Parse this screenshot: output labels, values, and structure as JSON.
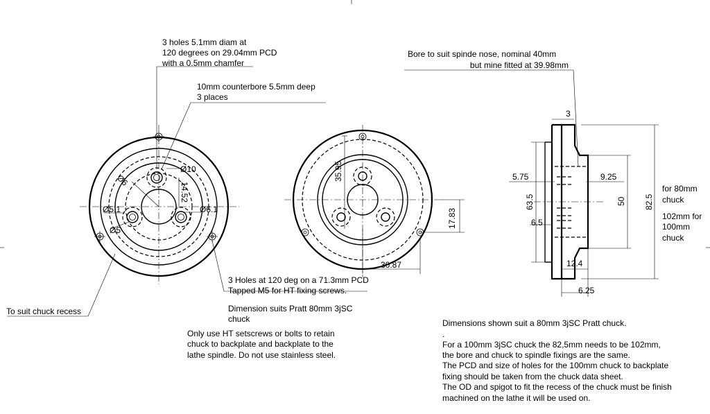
{
  "notes": {
    "holes_line1": "3 holes 5.1mm diam at",
    "holes_line2": "120 degrees on 29.04mm PCD",
    "holes_line3": "with a 0.5mm chamfer",
    "cbore_line1": "10mm counterbore 5.5mm deep",
    "cbore_line2": "3 places",
    "bore_line1": "Bore to suit spinde nose, nominal 40mm",
    "bore_line2": "but mine fitted at 39.98mm",
    "tapped_line1": "3 Holes at 120 deg on a 71.3mm PCD",
    "tapped_line2": "Tapped M5 for HT fixing screws.",
    "recess": "To suit chuck recess",
    "pratt_line1": "Dimension suits Pratt 80mm 3jSC",
    "pratt_line2": "chuck",
    "ht_line1": "Only use HT setscrews or bolts to retain",
    "ht_line2": "chuck to backplate and backplate to the",
    "ht_line3": "lathe spindle. Do not use stainless steel.",
    "for80_line1": "for 80mm",
    "for80_line2": "chuck",
    "for102_line1": "102mm for",
    "for102_line2": "100mm",
    "for102_line3": "chuck",
    "summary_line1": "Dimensions shown suit a 80mm 3jSC Pratt chuck.",
    "summary_line2": ".",
    "summary_line3": "For a 100mm 3jSC chuck the 82,5mm needs to be 102mm,",
    "summary_line4": "the bore and chuck to spindle fixings are the same.",
    "summary_line5": "The PCD and size of holes for the 100mm chuck to backplate",
    "summary_line6": "fixing should be taken from the chuck data sheet.",
    "summary_line7": "The OD and spigot to fit the recess of the chuck must be finish",
    "summary_line8": "machined on the lathe it will be used on."
  },
  "dims": {
    "d10": "Ø10",
    "d6a": "Ø6",
    "r14_52": "14.52",
    "d5_1": "Ø5.1",
    "d5": "Ø5",
    "d6_1": "Ø6.1",
    "d35_95": "35.95",
    "d17_83": "17.83",
    "d30_87": "30.87",
    "d3": "3",
    "d5_75": "5.75",
    "d9_25": "9.25",
    "d63_5": "63.5",
    "d50": "50",
    "d82_5": "82.5",
    "d6_5": "6.5",
    "d12_4": "12.4",
    "d6_25": "6.25"
  }
}
